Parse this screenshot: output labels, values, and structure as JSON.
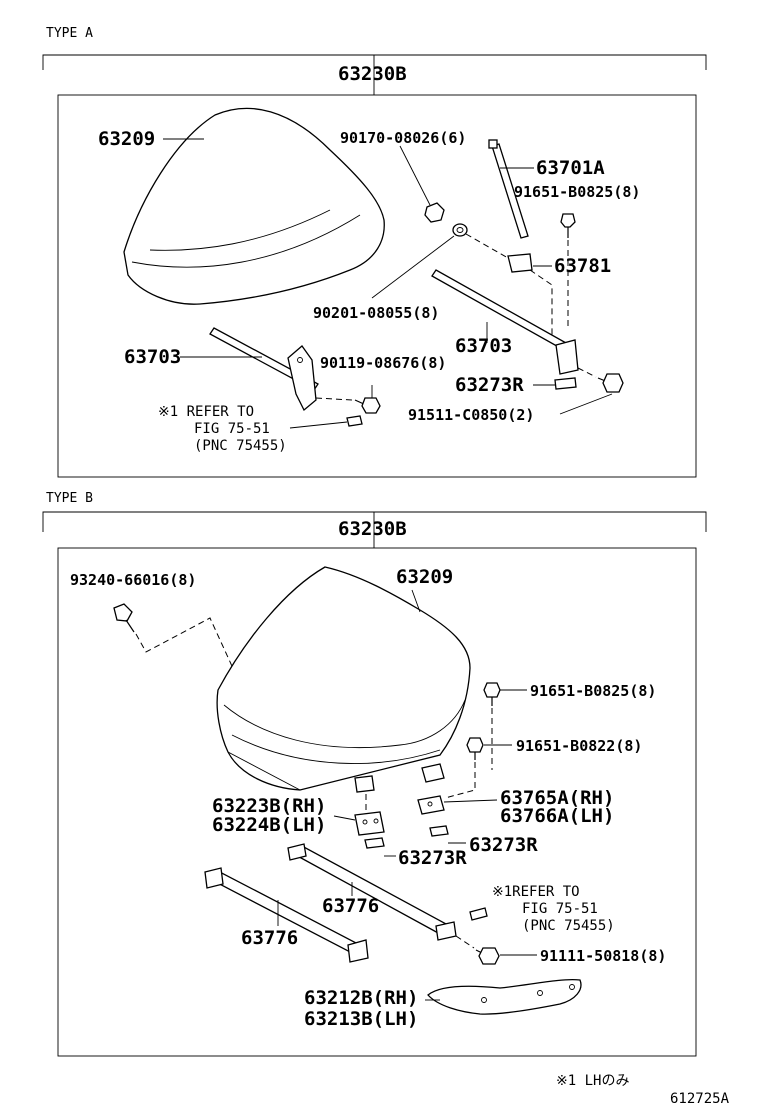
{
  "type_a": {
    "title": "TYPE A",
    "assembly": "63230B",
    "labels": {
      "cover": "63209",
      "nut": "90170-08026(6)",
      "stay_a": "63701A",
      "bolt_top": "91651-B0825(8)",
      "bracket": "63781",
      "washer": "90201-08055(8)",
      "rail_left": "63703",
      "rail_right": "63703",
      "bolt_left": "90119-08676(8)",
      "plate": "63273R",
      "bolt_right": "91511-C0850(2)",
      "refer1": "※1 REFER TO",
      "refer2": "FIG 75-51",
      "refer3": "(PNC 75455)"
    }
  },
  "type_b": {
    "title": "TYPE B",
    "assembly": "63230B",
    "labels": {
      "screw": "93240-66016(8)",
      "cover": "63209",
      "bolt1": "91651-B0825(8)",
      "bolt2": "91651-B0822(8)",
      "bracket_rh": "63223B(RH)",
      "bracket_lh": "63224B(LH)",
      "bracket2_rh": "63765A(RH)",
      "bracket2_lh": "63766A(LH)",
      "plate1": "63273R",
      "plate2": "63273R",
      "refer1": "※1REFER TO",
      "refer2": "FIG 75-51",
      "refer3": "(PNC 75455)",
      "frame1": "63776",
      "frame2": "63776",
      "bolt3": "91111-50818(8)",
      "plate_rh": "63212B(RH)",
      "plate_lh": "63213B(LH)"
    }
  },
  "footer": {
    "note": "※1 LHのみ",
    "code": "612725A"
  }
}
